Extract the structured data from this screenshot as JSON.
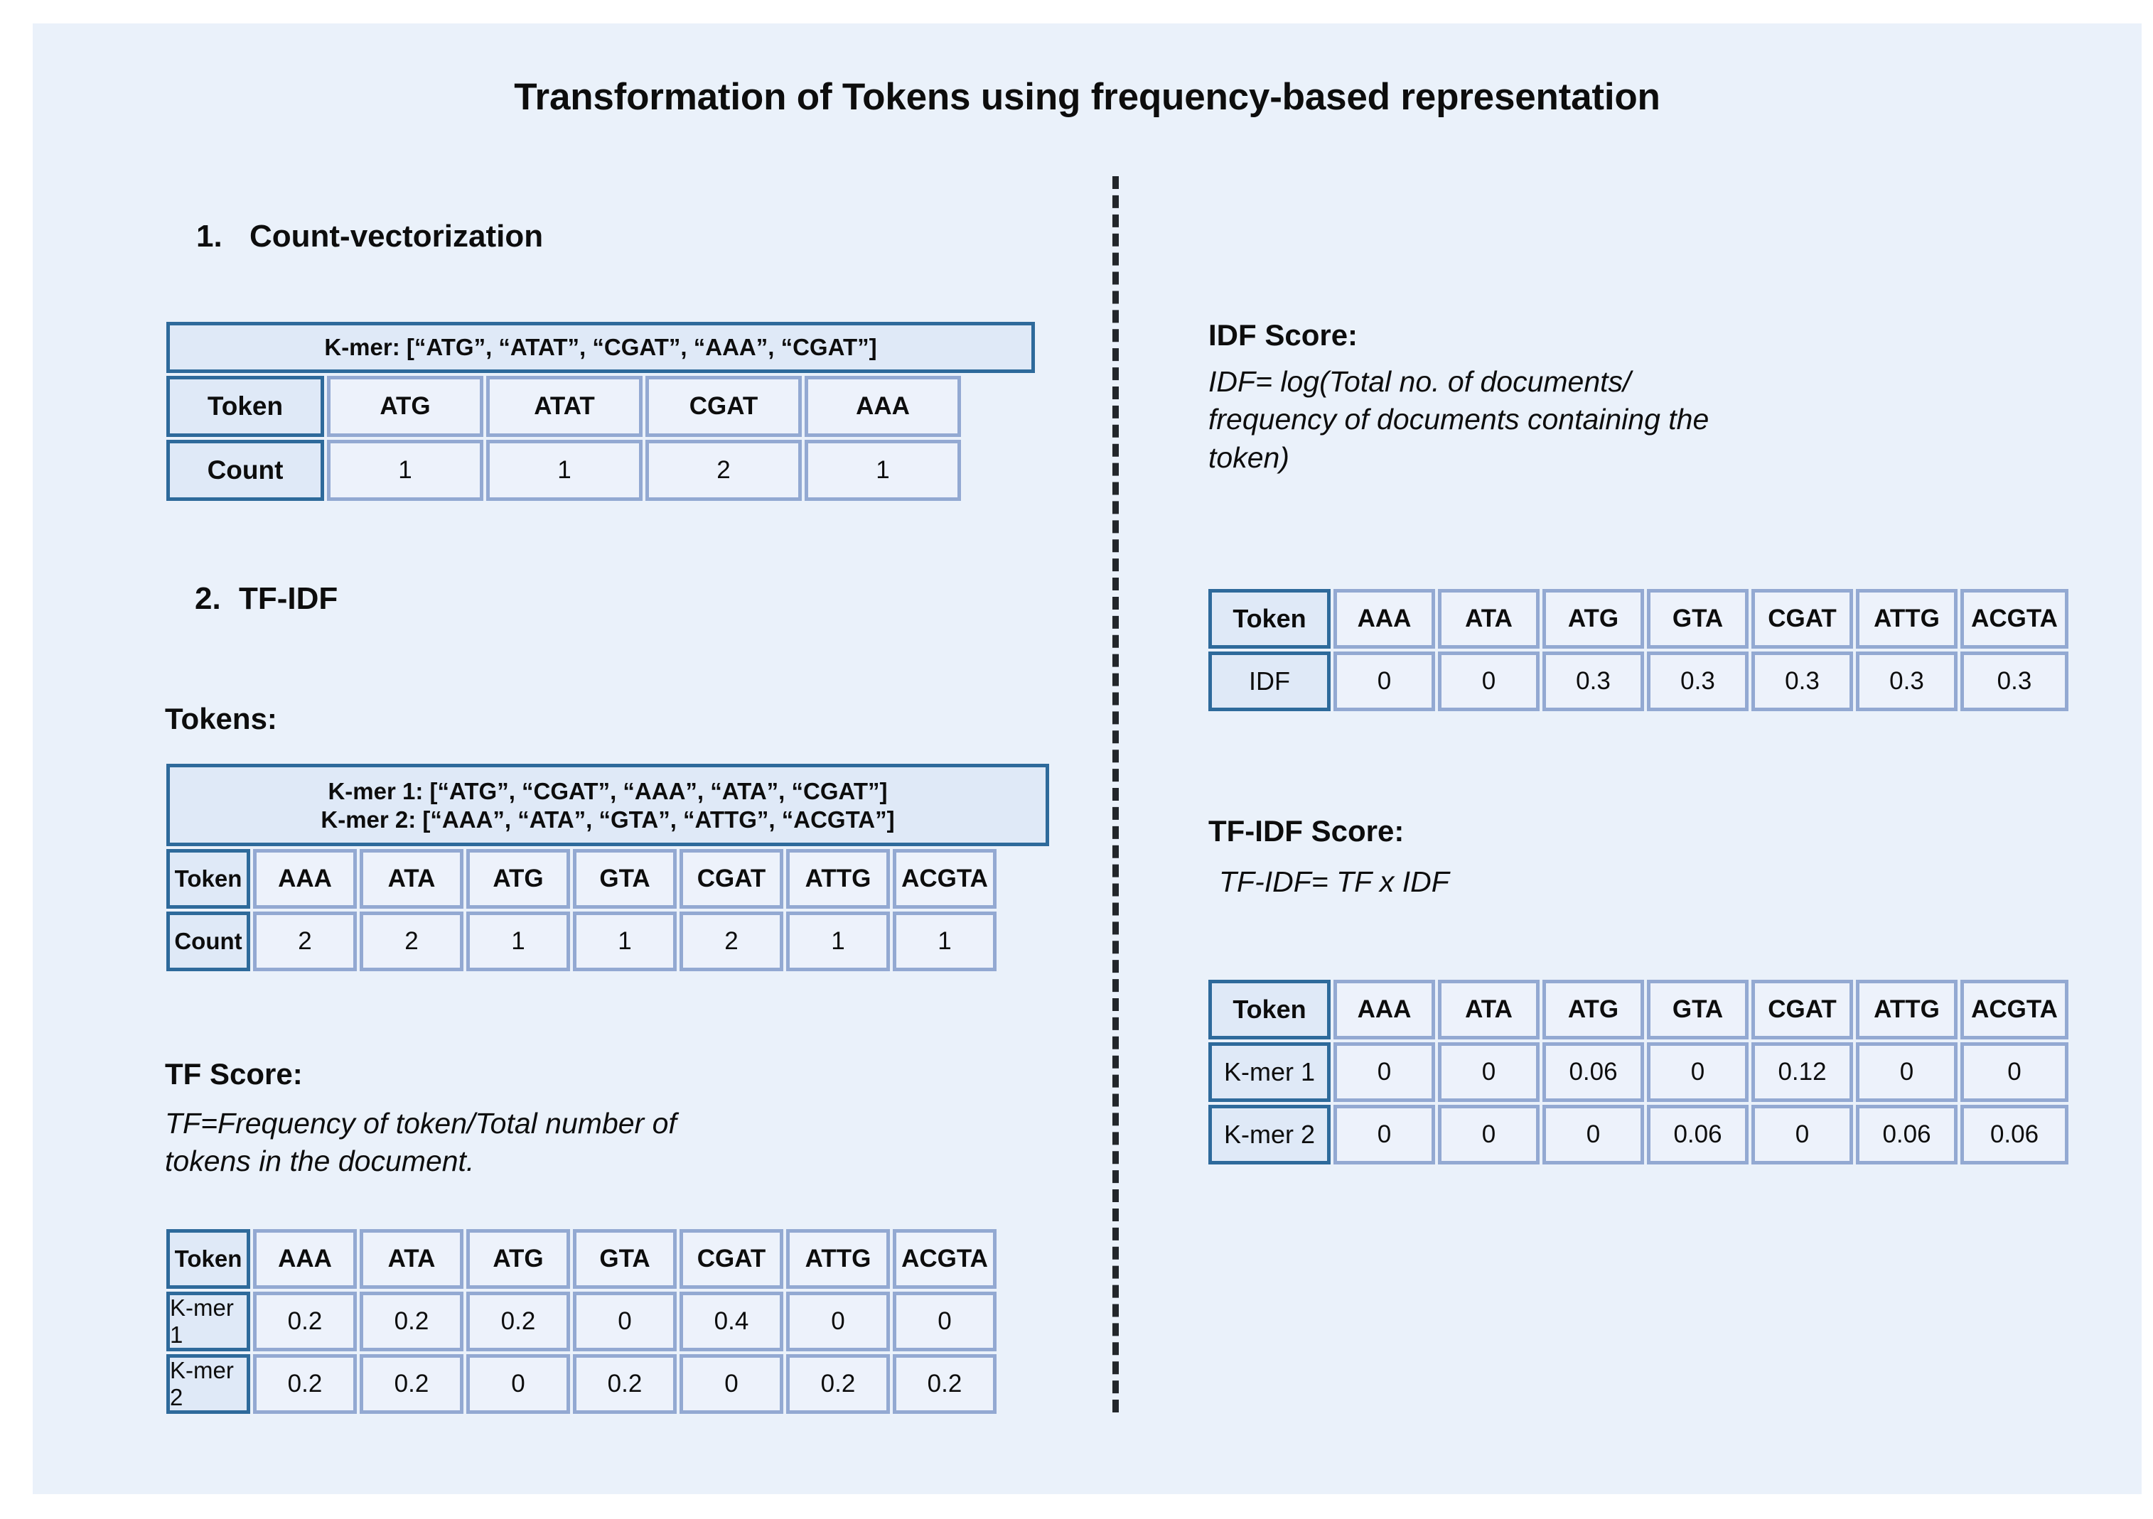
{
  "figure": {
    "title": "Transformation of Tokens using frequency-based representation",
    "bg_color": "#eaf1fa",
    "accent_dark": "#2e6a9b",
    "accent_light": "#93a9d2"
  },
  "left": {
    "section1": {
      "number": "1.",
      "title": "Count-vectorization",
      "kmer_banner": "K-mer: [“ATG”, “ATAT”, “CGAT”, “AAA”, “CGAT”]",
      "table": {
        "row_labels": [
          "Token",
          "Count"
        ],
        "tokens": [
          "ATG",
          "ATAT",
          "CGAT",
          "AAA"
        ],
        "counts": [
          "1",
          "1",
          "2",
          "1"
        ]
      }
    },
    "section2": {
      "number": "2.",
      "title": "TF-IDF",
      "tokens_label": "Tokens:",
      "kmer_banner_line1": "K-mer 1: [“ATG”, “CGAT”, “AAA”, “ATA”, “CGAT”]",
      "kmer_banner_line2": "K-mer 2: [“AAA”, “ATA”, “GTA”, “ATTG”, “ACGTA”]",
      "count_table": {
        "row_labels": [
          "Token",
          "Count"
        ],
        "tokens": [
          "AAA",
          "ATA",
          "ATG",
          "GTA",
          "CGAT",
          "ATTG",
          "ACGTA"
        ],
        "counts": [
          "2",
          "2",
          "1",
          "1",
          "2",
          "1",
          "1"
        ]
      },
      "tf_score": {
        "heading": "TF Score:",
        "formula_line1": "TF=Frequency of token/Total number of",
        "formula_line2": "tokens in the document.",
        "table": {
          "corner": "Token",
          "tokens": [
            "AAA",
            "ATA",
            "ATG",
            "GTA",
            "CGAT",
            "ATTG",
            "ACGTA"
          ],
          "rows": [
            {
              "label": "K-mer 1",
              "values": [
                "0.2",
                "0.2",
                "0.2",
                "0",
                "0.4",
                "0",
                "0"
              ]
            },
            {
              "label": "K-mer 2",
              "values": [
                "0.2",
                "0.2",
                "0",
                "0.2",
                "0",
                "0.2",
                "0.2"
              ]
            }
          ]
        }
      }
    }
  },
  "right": {
    "idf_score": {
      "heading": "IDF Score:",
      "formula_line1": "IDF= log(Total no. of documents/",
      "formula_line2": "frequency of documents containing the",
      "formula_line3": "token)",
      "table": {
        "corner": "Token",
        "tokens": [
          "AAA",
          "ATA",
          "ATG",
          "GTA",
          "CGAT",
          "ATTG",
          "ACGTA"
        ],
        "rows": [
          {
            "label": "IDF",
            "values": [
              "0",
              "0",
              "0.3",
              "0.3",
              "0.3",
              "0.3",
              "0.3"
            ]
          }
        ]
      }
    },
    "tfidf_score": {
      "heading": "TF-IDF Score:",
      "formula_line1": "TF-IDF= TF x IDF",
      "table": {
        "corner": "Token",
        "tokens": [
          "AAA",
          "ATA",
          "ATG",
          "GTA",
          "CGAT",
          "ATTG",
          "ACGTA"
        ],
        "rows": [
          {
            "label": "K-mer 1",
            "values": [
              "0",
              "0",
              "0.06",
              "0",
              "0.12",
              "0",
              "0"
            ]
          },
          {
            "label": "K-mer 2",
            "values": [
              "0",
              "0",
              "0",
              "0.06",
              "0",
              "0.06",
              "0.06"
            ]
          }
        ]
      }
    }
  },
  "chart_data": {
    "type": "table",
    "title": "Transformation of Tokens using frequency-based representation",
    "tables": [
      {
        "name": "count-vectorization",
        "categories": [
          "ATG",
          "ATAT",
          "CGAT",
          "AAA"
        ],
        "series": [
          {
            "name": "Count",
            "values": [
              1,
              1,
              2,
              1
            ]
          }
        ]
      },
      {
        "name": "tfidf-token-counts",
        "categories": [
          "AAA",
          "ATA",
          "ATG",
          "GTA",
          "CGAT",
          "ATTG",
          "ACGTA"
        ],
        "series": [
          {
            "name": "Count",
            "values": [
              2,
              2,
              1,
              1,
              2,
              1,
              1
            ]
          }
        ]
      },
      {
        "name": "tf-score",
        "categories": [
          "AAA",
          "ATA",
          "ATG",
          "GTA",
          "CGAT",
          "ATTG",
          "ACGTA"
        ],
        "series": [
          {
            "name": "K-mer 1",
            "values": [
              0.2,
              0.2,
              0.2,
              0,
              0.4,
              0,
              0
            ]
          },
          {
            "name": "K-mer 2",
            "values": [
              0.2,
              0.2,
              0,
              0.2,
              0,
              0.2,
              0.2
            ]
          }
        ]
      },
      {
        "name": "idf-score",
        "categories": [
          "AAA",
          "ATA",
          "ATG",
          "GTA",
          "CGAT",
          "ATTG",
          "ACGTA"
        ],
        "series": [
          {
            "name": "IDF",
            "values": [
              0,
              0,
              0.3,
              0.3,
              0.3,
              0.3,
              0.3
            ]
          }
        ]
      },
      {
        "name": "tfidf-score",
        "categories": [
          "AAA",
          "ATA",
          "ATG",
          "GTA",
          "CGAT",
          "ATTG",
          "ACGTA"
        ],
        "series": [
          {
            "name": "K-mer 1",
            "values": [
              0,
              0,
              0.06,
              0,
              0.12,
              0,
              0
            ]
          },
          {
            "name": "K-mer 2",
            "values": [
              0,
              0,
              0,
              0.06,
              0,
              0.06,
              0.06
            ]
          }
        ]
      }
    ]
  }
}
